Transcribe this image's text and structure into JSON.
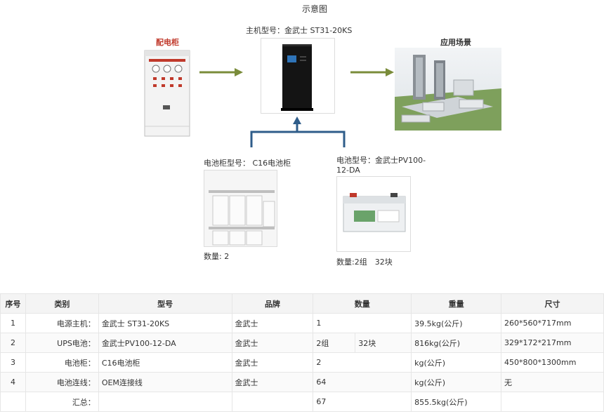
{
  "diagram": {
    "title": "示意图",
    "cabinet_label": "配电柜",
    "host_model_label": "主机型号：金武士 ST31-20KS",
    "scene_label": "应用场景",
    "battery_cabinet_model": "电池柜型号： C16电池柜",
    "battery_cabinet_qty": "数量: 2",
    "battery_model_line1": "电池型号：金武士PV100-",
    "battery_model_line2": "12-DA",
    "battery_qty": "数量:2组　32块",
    "colors": {
      "arrow_green": "#7a8c3a",
      "arrow_blue": "#2f5d8a"
    }
  },
  "table": {
    "headers": [
      "序号",
      "类别",
      "型号",
      "品牌",
      "数量",
      "重量",
      "尺寸"
    ],
    "rows": [
      {
        "idx": "1",
        "category": "电源主机：",
        "model": "金武士 ST31-20KS",
        "brand": "金武士",
        "qty_a": "1",
        "qty_b": "",
        "weight": "39.5kg(公斤)",
        "size": "260*560*717mm"
      },
      {
        "idx": "2",
        "category": "UPS电池：",
        "model": "金武士PV100-12-DA",
        "brand": "金武士",
        "qty_a": "2组",
        "qty_b": "32块",
        "weight": "816kg(公斤)",
        "size": "329*172*217mm"
      },
      {
        "idx": "3",
        "category": "电池柜：",
        "model": "C16电池柜",
        "brand": "金武士",
        "qty_a": "2",
        "qty_b": "",
        "weight": "kg(公斤)",
        "size": "450*800*1300mm"
      },
      {
        "idx": "4",
        "category": "电池连线：",
        "model": "OEM连接线",
        "brand": "金武士",
        "qty_a": "64",
        "qty_b": "",
        "weight": "kg(公斤)",
        "size": "无"
      },
      {
        "idx": "",
        "category": "汇总：",
        "model": "",
        "brand": "",
        "qty_a": "67",
        "qty_b": "",
        "weight": "855.5kg(公斤)",
        "size": ""
      }
    ]
  }
}
